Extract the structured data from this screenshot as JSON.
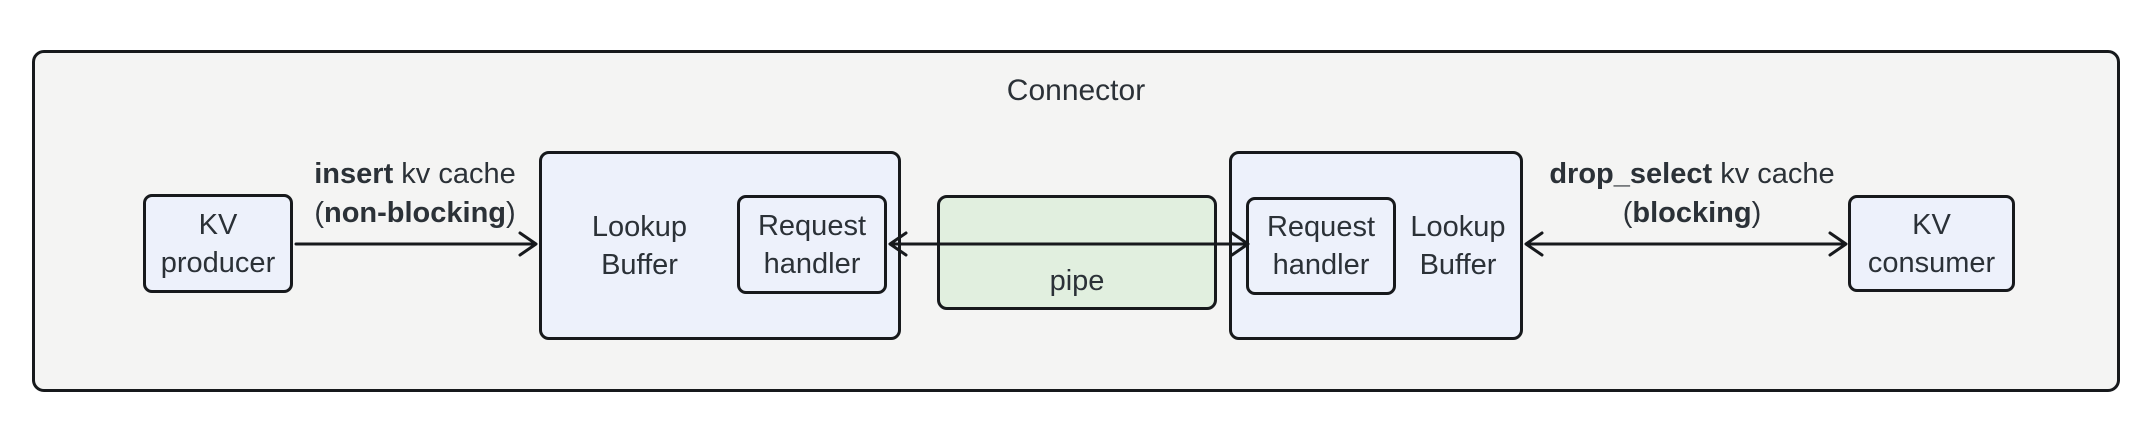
{
  "title": "Connector",
  "nodes": {
    "kv_producer": "KV\nproducer",
    "lookup_buffer_left": "Lookup\nBuffer",
    "request_handler_left": "Request\nhandler",
    "pipe": "pipe",
    "request_handler_right": "Request\nhandler",
    "lookup_buffer_right": "Lookup\nBuffer",
    "kv_consumer": "KV\nconsumer"
  },
  "edges": {
    "insert": {
      "line1_bold": "insert",
      "line1_rest": " kv cache",
      "line2_open": "(",
      "line2_bold": "non-blocking",
      "line2_close": ")"
    },
    "drop_select": {
      "line1_bold": "drop_select",
      "line1_rest": " kv cache",
      "line2_open": "(",
      "line2_bold": "blocking",
      "line2_close": ")"
    }
  },
  "colors": {
    "canvas_bg": "#ffffff",
    "outer_fill": "#f4f4f3",
    "node_fill": "#edf1fb",
    "pipe_fill": "#e1efdf",
    "border": "#17191c",
    "text": "#2b3137"
  }
}
